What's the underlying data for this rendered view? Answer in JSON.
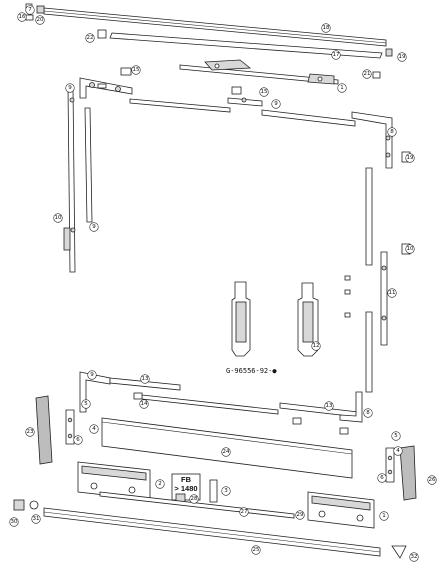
{
  "diagram": {
    "drawing_number": "G-96556-92-●",
    "fb_note": {
      "line1": "FB",
      "line2": "> 1480"
    },
    "callouts": [
      "1",
      "2",
      "3",
      "4",
      "5",
      "6",
      "7",
      "8",
      "9",
      "10",
      "11",
      "12",
      "13",
      "14",
      "15",
      "16",
      "17",
      "18",
      "19",
      "20",
      "21",
      "22",
      "23",
      "24",
      "25",
      "26",
      "27",
      "28",
      "29",
      "30",
      "31",
      "32"
    ]
  }
}
